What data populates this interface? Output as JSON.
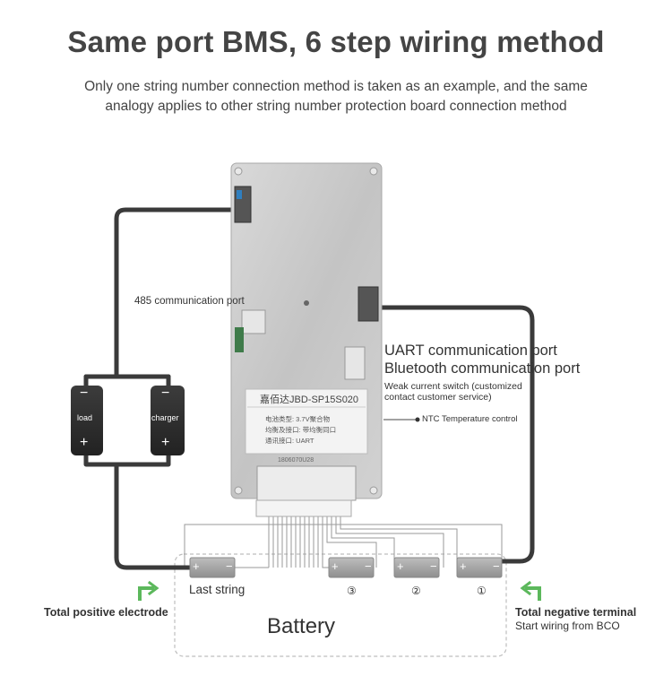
{
  "header": {
    "title": "Same port BMS, 6 step wiring method",
    "subtitle_line1": "Only one string number connection method is taken as an example, and the same",
    "subtitle_line2": "analogy applies to other string number protection board connection method"
  },
  "board": {
    "label_brand": "嘉佰达JBD-SP15S020",
    "label_row1": "电池类型: 3.7V聚合物",
    "label_row2": "均衡及接口: 带均衡同口",
    "label_row3": "通讯接口: UART",
    "label_serial": "1806070U28"
  },
  "ports": {
    "rs485": "485 communication port",
    "uart_line1": "UART communication port",
    "uart_line2": "Bluetooth communication port",
    "weak_line1": "Weak current switch (customized",
    "weak_line2": "contact customer service)",
    "ntc": "NTC Temperature control"
  },
  "terminals": {
    "load": "load",
    "charger": "charger",
    "minus": "−",
    "plus": "+"
  },
  "battery": {
    "title": "Battery",
    "cells": [
      "Last string",
      "③",
      "②",
      "①"
    ],
    "cell_plus": "+",
    "cell_minus": "−"
  },
  "electrodes": {
    "positive": "Total positive electrode",
    "negative": "Total negative terminal",
    "negative_note": "Start wiring from BCO"
  },
  "colors": {
    "wire": "#3a3a3a",
    "arrow": "#5cb85c",
    "board": "#c9c9c9",
    "cell": "#a5a5a5"
  }
}
